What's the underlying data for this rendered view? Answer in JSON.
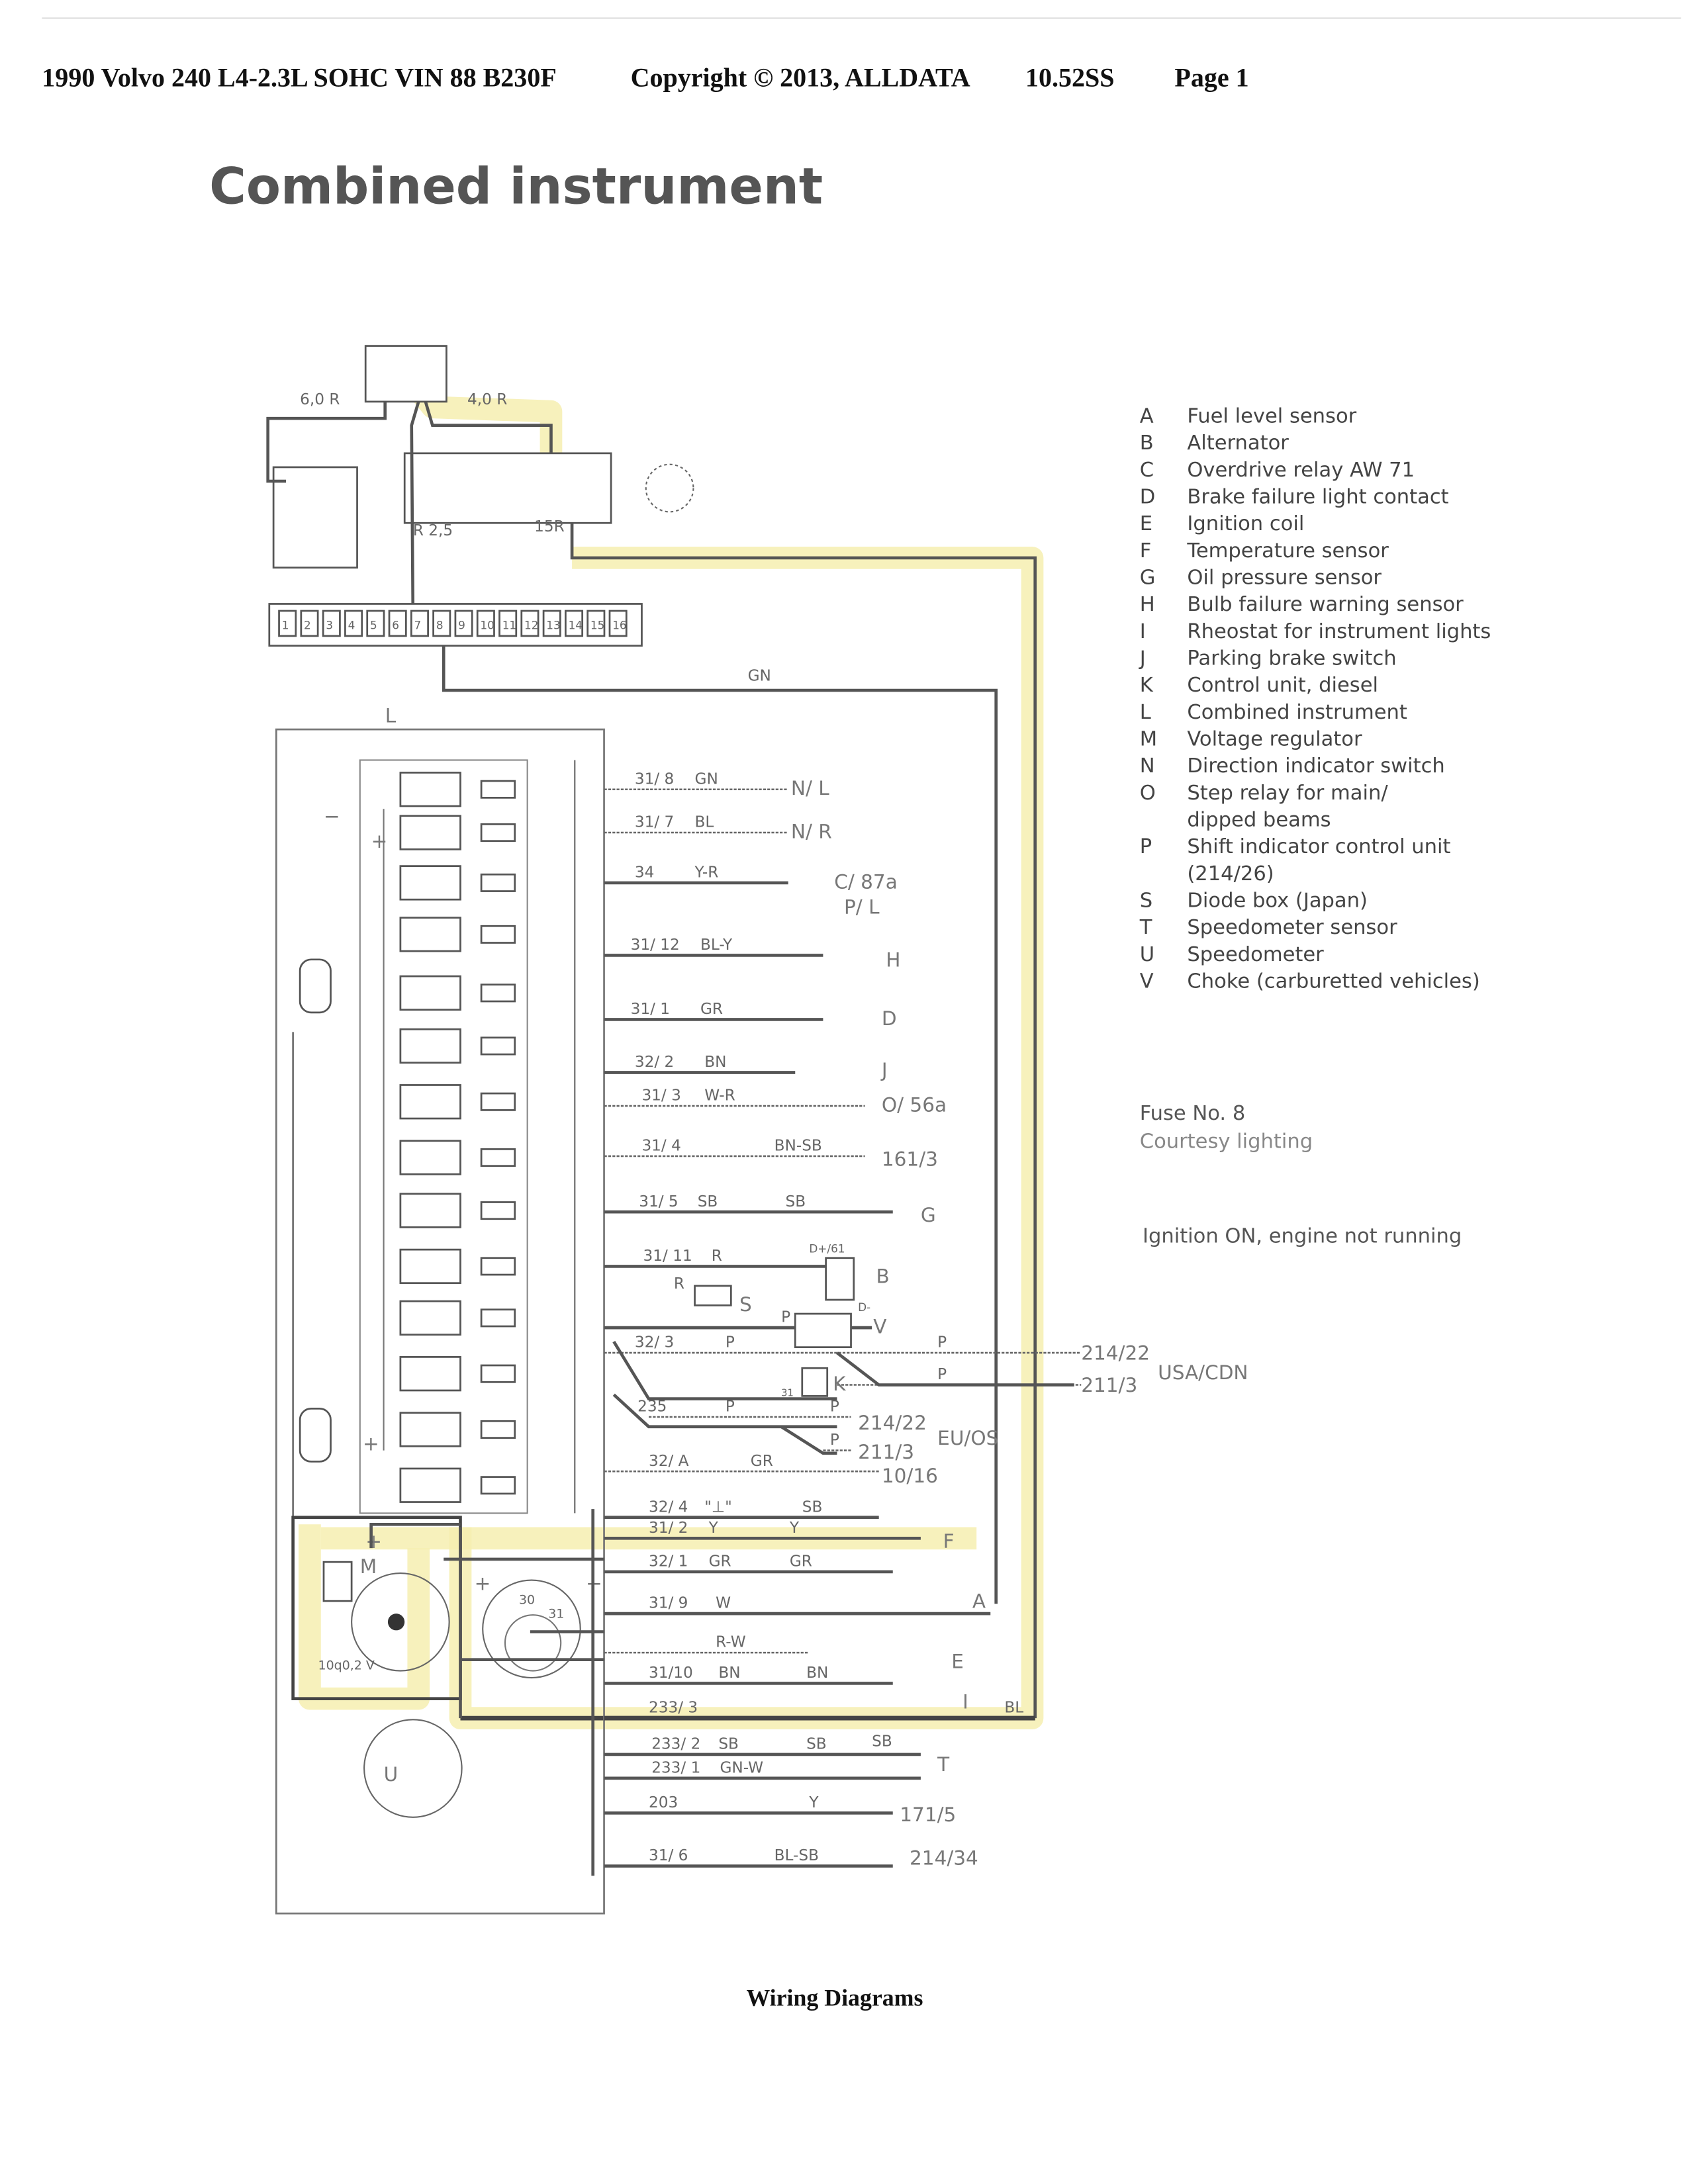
{
  "header": {
    "vehicle": "1990 Volvo 240 L4-2.3L SOHC VIN 88 B230F",
    "copyright": "Copyright © 2013, ALLDATA",
    "version": "10.52SS",
    "page": "Page 1"
  },
  "title": "Combined instrument",
  "legend": [
    {
      "key": "A",
      "text": "Fuel level sensor"
    },
    {
      "key": "B",
      "text": "Alternator"
    },
    {
      "key": "C",
      "text": "Overdrive relay AW 71"
    },
    {
      "key": "D",
      "text": "Brake failure light contact"
    },
    {
      "key": "E",
      "text": "Ignition coil"
    },
    {
      "key": "F",
      "text": "Temperature sensor"
    },
    {
      "key": "G",
      "text": "Oil pressure sensor"
    },
    {
      "key": "H",
      "text": "Bulb failure warning sensor"
    },
    {
      "key": "I",
      "text": "Rheostat for instrument lights"
    },
    {
      "key": "J",
      "text": "Parking brake switch"
    },
    {
      "key": "K",
      "text": "Control unit, diesel"
    },
    {
      "key": "L",
      "text": "Combined instrument"
    },
    {
      "key": "M",
      "text": "Voltage regulator"
    },
    {
      "key": "N",
      "text": "Direction indicator switch"
    },
    {
      "key": "O",
      "text": "Step relay for main/",
      "text2": "dipped beams"
    },
    {
      "key": "P",
      "text": "Shift indicator control unit",
      "text2": "(214/26)"
    },
    {
      "key": "S",
      "text": "Diode box (Japan)"
    },
    {
      "key": "T",
      "text": "Speedometer sensor"
    },
    {
      "key": "U",
      "text": "Speedometer"
    },
    {
      "key": "V",
      "text": "Choke (carburetted vehicles)"
    }
  ],
  "notes": {
    "fuse": "Fuse No. 8",
    "fuse_desc": "Courtesy lighting",
    "condition": "Ignition ON, engine not running"
  },
  "diagram": {
    "top": {
      "w1": "6,0 R",
      "w2": "4,0 R",
      "w3": "R 2,5",
      "w4": "15R",
      "gn": "GN",
      "l": "L"
    },
    "fuses": [
      "1",
      "2",
      "3",
      "4",
      "5",
      "6",
      "7",
      "8",
      "9",
      "10",
      "11",
      "12",
      "13",
      "14",
      "15",
      "16"
    ],
    "rows": [
      {
        "code": "31/ 8",
        "color": "GN",
        "end": "N/ L"
      },
      {
        "code": "31/ 7",
        "color": "BL",
        "end": "N/ R"
      },
      {
        "code": "34",
        "color": "Y-R",
        "end": "C/ 87a",
        "end2": "P/ L"
      },
      {
        "code": "31/ 12",
        "color": "BL-Y",
        "end": "H"
      },
      {
        "code": "31/ 1",
        "color": "GR",
        "end": "D"
      },
      {
        "code": "32/ 2",
        "color": "BN",
        "end": "J"
      },
      {
        "code": "31/ 3",
        "color": "W-R",
        "end": "O/ 56a"
      },
      {
        "code": "31/ 4",
        "color": "BN-SB",
        "end": "161/3"
      },
      {
        "code": "31/ 5",
        "color": "SB",
        "color2": "SB",
        "end": "G"
      },
      {
        "code": "31/ 11",
        "color": "R",
        "color2": "R",
        "terminal": "D+/61",
        "terminal2": "D-",
        "end": "B",
        "diode": "S"
      },
      {
        "color": "P",
        "end": "V"
      },
      {
        "code": "32/ 3",
        "color": "P",
        "color2": "P",
        "end": "214/22",
        "region": "USA/CDN"
      },
      {
        "color": "P",
        "end": "211/3",
        "unit": "K",
        "pin": "31"
      },
      {
        "code": "235",
        "color": "P",
        "color2": "P",
        "end": "214/22",
        "region": "EU/OS"
      },
      {
        "color": "P",
        "end": "211/3"
      },
      {
        "code": "32/ A",
        "color": "GR",
        "end": "10/16"
      },
      {
        "code": "32/ 4",
        "symbol": "\"⊥\"",
        "color": "SB"
      },
      {
        "code": "31/ 2",
        "color": "Y",
        "color2": "Y",
        "end": "F"
      },
      {
        "code": "32/ 1",
        "color": "GR",
        "color2": "GR"
      },
      {
        "code": "31/ 9",
        "color": "W",
        "end": "A"
      },
      {
        "color": "R-W",
        "end": "E"
      },
      {
        "code": "31/10",
        "color": "BN",
        "color2": "BN",
        "end": "I"
      },
      {
        "code": "233/ 3",
        "color": "BL"
      },
      {
        "code": "233/ 2",
        "color": "SB",
        "color2": "SB",
        "color3": "SB",
        "end": "T"
      },
      {
        "code": "233/ 1",
        "color": "GN-W"
      },
      {
        "code": "203",
        "color": "Y",
        "end": "171/5"
      },
      {
        "code": "31/ 6",
        "color": "BL-SB",
        "end": "214/34"
      }
    ],
    "internal": {
      "m": "M",
      "reg": "10q0,2 V",
      "u": "U",
      "t30": "30",
      "t31": "31",
      "plus": "+",
      "minus": "−"
    }
  },
  "footer": "Wiring Diagrams"
}
